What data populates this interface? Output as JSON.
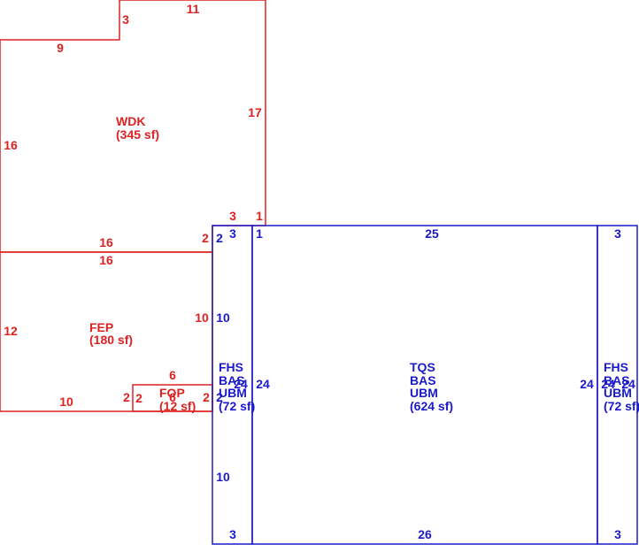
{
  "colors": {
    "red": "#dd2222",
    "blue": "#1a1acc",
    "background": "#ffffff"
  },
  "areas": {
    "wdk": {
      "line1": "WDK",
      "line2": "(345 sf)"
    },
    "fep": {
      "line1": "FEP",
      "line2": "(180 sf)"
    },
    "fop": {
      "line1": "FOP",
      "line2": "(12 sf)"
    },
    "fhs_left": {
      "line1": "FHS",
      "line2": "BAS",
      "line3": "UBM",
      "line4": "(72 sf)"
    },
    "tqs": {
      "line1": "TQS",
      "line2": "BAS",
      "line3": "UBM",
      "line4": "(624 sf)"
    },
    "fhs_right": {
      "line1": "FHS",
      "line2": "BAS",
      "line3": "UBM",
      "line4": "(72 sf)"
    }
  },
  "dims": {
    "wdk_top": "11",
    "wdk_notch_v": "3",
    "wdk_notch_h": "9",
    "wdk_left": "16",
    "wdk_right": "17",
    "wdk_bottom": "16",
    "wdk_step_h": "3",
    "wdk_step_v": "1",
    "wdk_step_left": "2",
    "fep_top": "16",
    "fep_left": "12",
    "fep_right": "10",
    "fep_bottom": "10",
    "fop_top": "6",
    "fop_bottom": "6",
    "fop_left_a": "2",
    "fop_left_b": "2",
    "fop_right": "2",
    "fhs_l_top": "3",
    "fhs_l_left_a": "2",
    "fhs_l_left_b": "10",
    "fhs_l_left_c": "2",
    "fhs_l_left_d": "10",
    "fhs_l_right": "24",
    "fhs_l_inner": "24",
    "fhs_l_bottom": "3",
    "tqs_top": "25",
    "tqs_left_top": "1",
    "tqs_bottom": "26",
    "tqs_right": "24",
    "fhs_r_top": "3",
    "fhs_r_left": "24",
    "fhs_r_right": "24",
    "fhs_r_bottom": "3"
  }
}
